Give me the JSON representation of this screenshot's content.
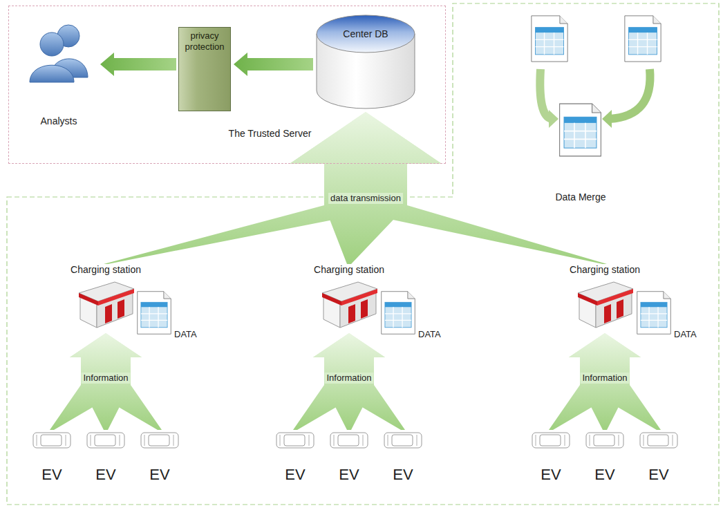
{
  "diagram": {
    "nodes": [
      {
        "text": [
          "The Trusted Server"
        ]
      },
      {
        "text": [
          "Analysts"
        ],
        "in": 0
      },
      {
        "text": [
          "privacy protection"
        ],
        "in": 0
      },
      {
        "text": [
          "Center DB"
        ],
        "in": 0
      },
      {
        "text": [
          "Data Merge"
        ]
      },
      {
        "text": [
          "Charging station"
        ]
      },
      {
        "text": [
          "Charging station"
        ]
      },
      {
        "text": [
          "Charging station"
        ]
      },
      {
        "text": [
          "EV"
        ]
      },
      {
        "text": [
          "EV"
        ]
      },
      {
        "text": [
          "EV"
        ]
      },
      {
        "text": [
          "EV"
        ]
      },
      {
        "text": [
          "EV"
        ]
      },
      {
        "text": [
          "EV"
        ]
      },
      {
        "text": [
          "EV"
        ]
      },
      {
        "text": [
          "EV"
        ]
      },
      {
        "text": [
          "EV"
        ]
      }
    ],
    "edges": [
      {
        "from": 3,
        "to": 2,
        "arrow": "to"
      },
      {
        "from": 2,
        "to": 1,
        "arrow": "to"
      },
      {
        "from": 5,
        "to": 3,
        "arrow": "to"
      },
      {
        "from": 6,
        "to": 3,
        "label": "data transmission",
        "arrow": "to"
      },
      {
        "from": 7,
        "to": 3,
        "arrow": "to"
      },
      {
        "from": 8,
        "to": 5,
        "arrow": "to"
      },
      {
        "from": 9,
        "to": 5,
        "label": "Information",
        "arrow": "to"
      },
      {
        "from": 10,
        "to": 5,
        "arrow": "to"
      },
      {
        "from": 11,
        "to": 6,
        "arrow": "to"
      },
      {
        "from": 12,
        "to": 6,
        "label": "Information",
        "arrow": "to"
      },
      {
        "from": 13,
        "to": 6,
        "arrow": "to"
      },
      {
        "from": 14,
        "to": 7,
        "arrow": "to"
      },
      {
        "from": 15,
        "to": 7,
        "label": "Information",
        "arrow": "to"
      },
      {
        "from": 16,
        "to": 7,
        "arrow": "to"
      }
    ],
    "labels": [
      "DATA",
      "DATA",
      "DATA"
    ]
  }
}
